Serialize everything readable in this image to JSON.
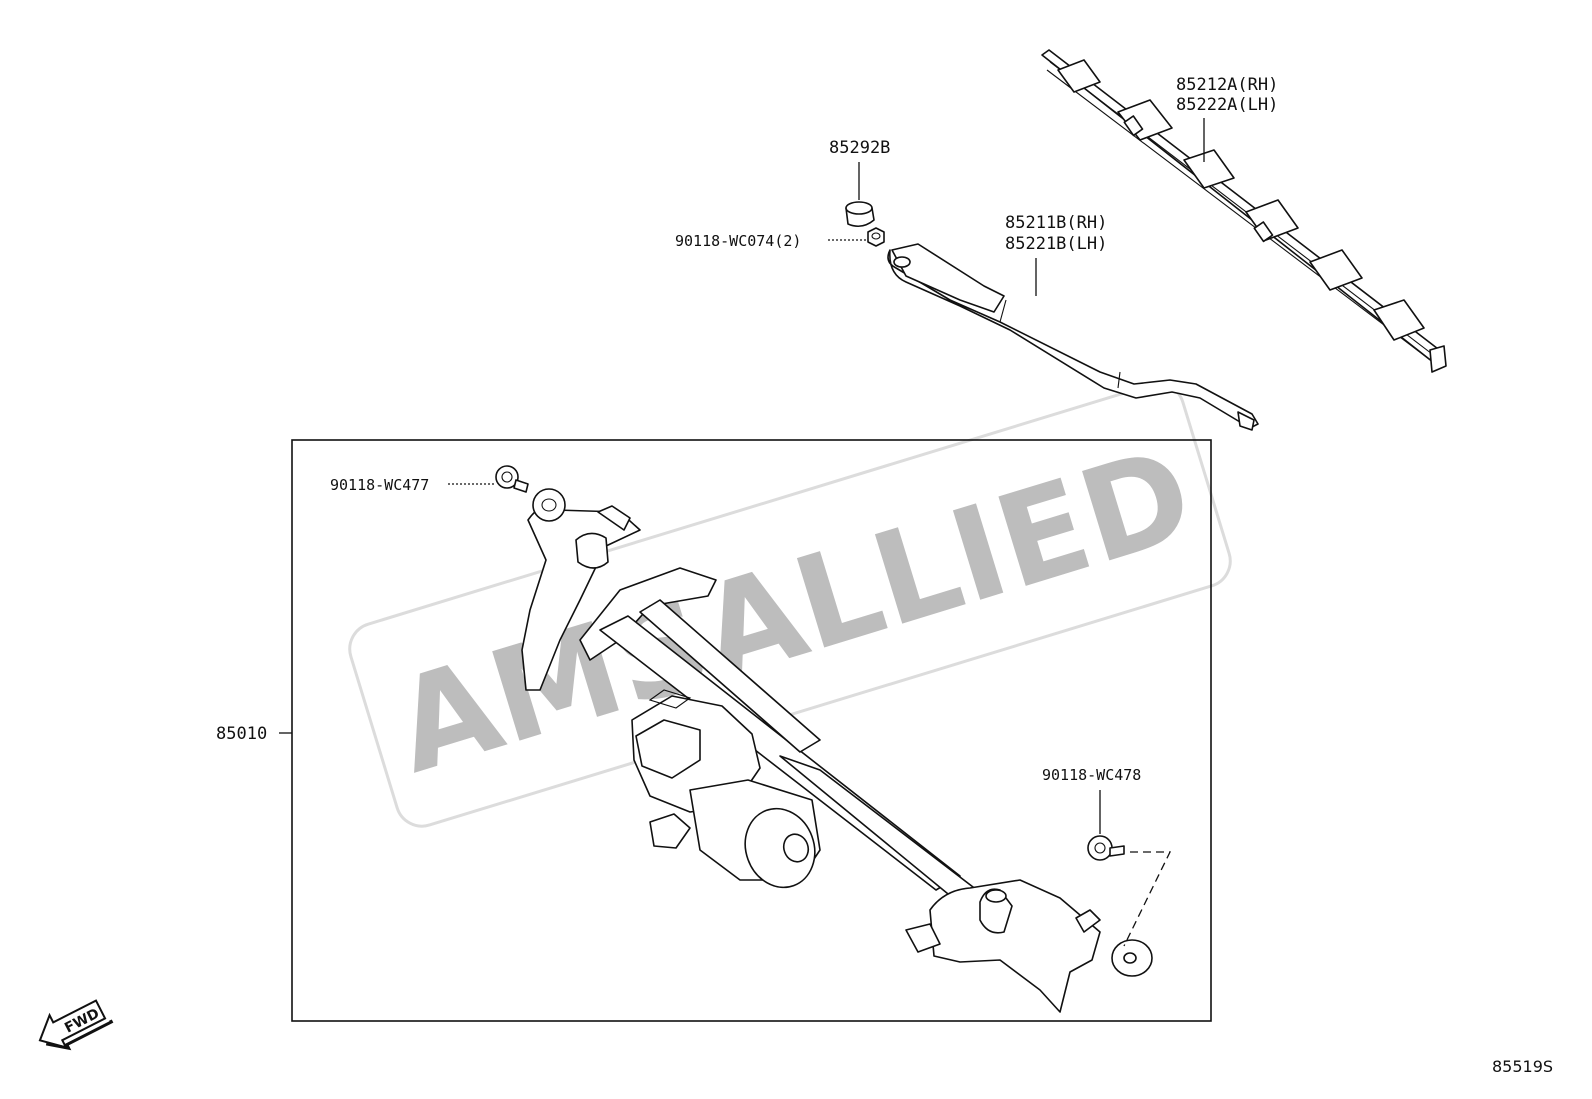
{
  "diagram_code": "85519S",
  "watermark": "AMSALLIED",
  "fwd_label": "FWD",
  "callouts": {
    "blade_rh": "85212A(RH)",
    "blade_lh": "85222A(LH)",
    "cap": "85292B",
    "nut": "90118-WC074(2)",
    "arm_rh": "85211B(RH)",
    "arm_lh": "85221B(LH)",
    "bolt_left": "90118-WC477",
    "linkage_assembly": "85010",
    "bolt_right": "90118-WC478"
  }
}
